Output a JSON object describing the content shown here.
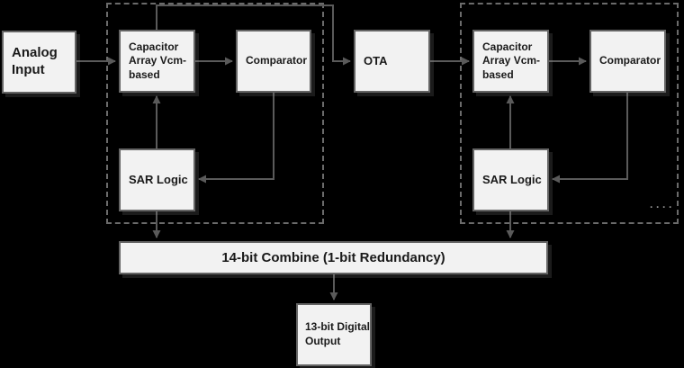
{
  "colors": {
    "background": "#000000",
    "box_fill": "#f2f2f2",
    "box_border": "#646464",
    "dashed_border": "#6b6b6b",
    "line": "#5a5a5a",
    "text": "#1a1a1a",
    "dots": "#8f8f8f"
  },
  "nodes": {
    "analog_input": "Analog\nInput",
    "ota": "OTA",
    "combine": "14-bit Combine (1-bit Redundancy)",
    "digital_output": "13-bit Digital\nOutput"
  },
  "stage1": {
    "cap_array": "Capacitor\nArray Vcm-\nbased",
    "comparator": "Comparator",
    "sar_logic": "SAR Logic"
  },
  "stage2": {
    "cap_array": "Capacitor\nArray Vcm-\nbased",
    "comparator": "Comparator",
    "sar_logic": "SAR Logic"
  },
  "more_stages_dots": "····"
}
